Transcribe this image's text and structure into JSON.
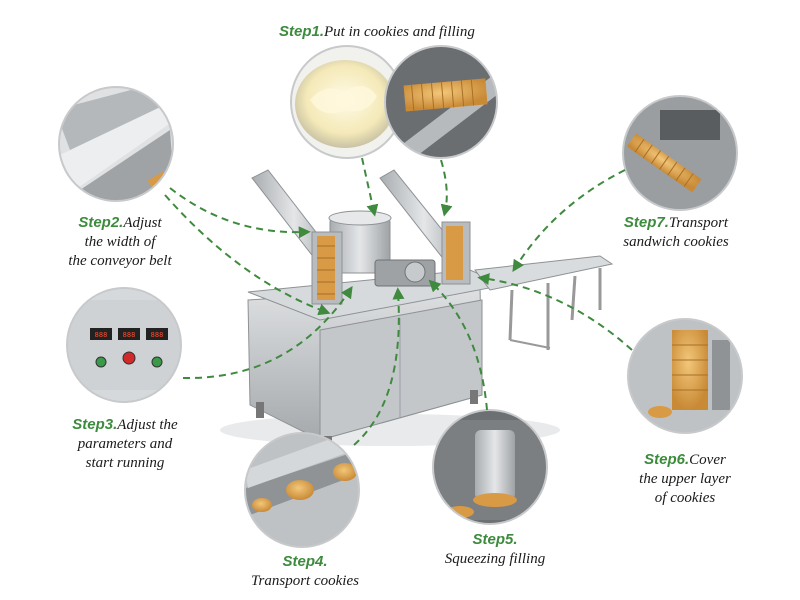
{
  "colors": {
    "step_green": "#3d8b3d",
    "arrow_green": "#3f8a3f",
    "steel": "#c9ccce",
    "steel_dark": "#8e9294",
    "cookie": "#d99a45"
  },
  "steps": [
    {
      "id": "step1",
      "step": "Step1.",
      "text": "Put in cookies and filling"
    },
    {
      "id": "step2",
      "step": "Step2.",
      "text": "Adjust",
      "lines": [
        "the width of",
        "the conveyor belt"
      ]
    },
    {
      "id": "step3",
      "step": "Step3.",
      "text": "Adjust the",
      "lines": [
        "parameters and",
        "start running"
      ]
    },
    {
      "id": "step4",
      "step": "Step4.",
      "text": "",
      "lines": [
        "Transport cookies"
      ]
    },
    {
      "id": "step5",
      "step": "Step5.",
      "text": "",
      "lines": [
        "Squeezing filling"
      ]
    },
    {
      "id": "step6",
      "step": "Step6.",
      "text": "Cover",
      "lines": [
        "the upper layer",
        "of cookies"
      ]
    },
    {
      "id": "step7",
      "step": "Step7.",
      "text": "Transport",
      "lines": [
        "sandwich cookies"
      ]
    }
  ],
  "control_panel": {
    "display_values": [
      "888",
      "888",
      "888"
    ]
  }
}
